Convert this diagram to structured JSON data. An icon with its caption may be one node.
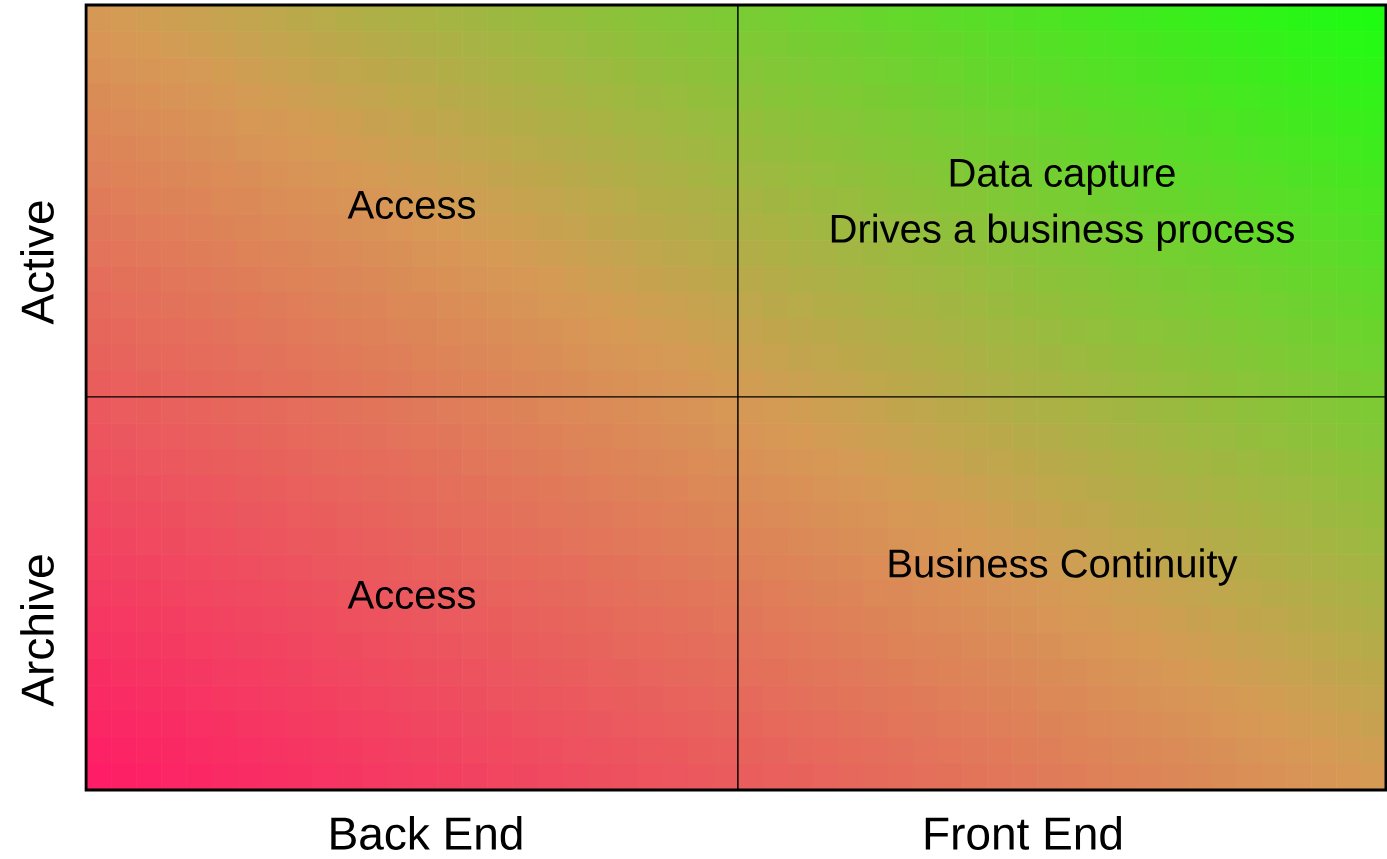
{
  "diagram": {
    "nodes": [
      {
        "text": [
          "Access"
        ]
      },
      {
        "text": [
          "Data capture",
          "Drives a business process"
        ]
      },
      {
        "text": [
          "Access"
        ]
      },
      {
        "text": [
          "Business Continuity"
        ]
      }
    ],
    "labels": [
      "Active",
      "Archive",
      "Back End",
      "Front End"
    ]
  }
}
